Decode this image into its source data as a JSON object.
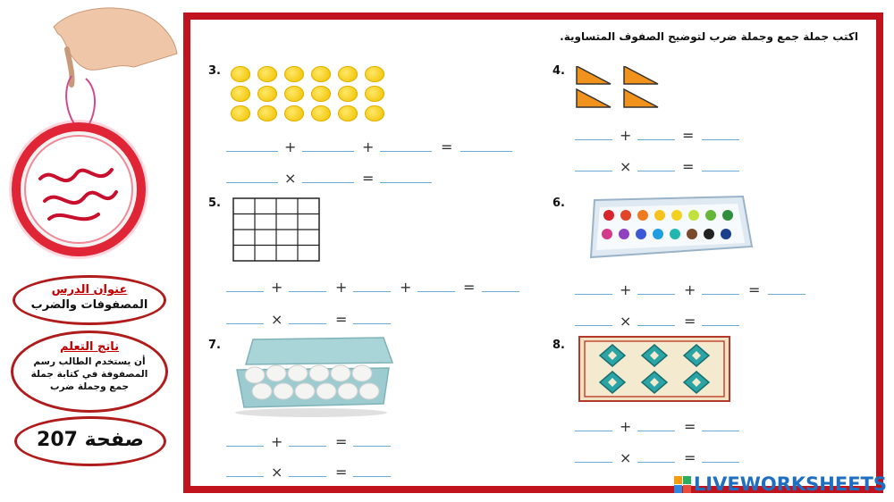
{
  "instruction": "اكتب جملة جمع وجملة ضرب لتوضيح الصفوف المتساوية.",
  "lesson": {
    "title": "عنوان الدرس",
    "name": "المصفوفات والضرب"
  },
  "outcome": {
    "title": "ناتج التعلم",
    "text": "أن يستخدم الطالب رسم المصفوفة في كتابة جملة جمع وجملة ضرب"
  },
  "page": "صفحة 207",
  "problems": [
    "3.",
    "4.",
    "5.",
    "6.",
    "7.",
    "8."
  ],
  "ops": {
    "plus": "+",
    "times": "×",
    "equals": "="
  },
  "brand": "LIVEWORKSHEETS",
  "colors": {
    "frame": "#c1131d",
    "blank": "#6aa9d8",
    "title": "#c00000"
  }
}
